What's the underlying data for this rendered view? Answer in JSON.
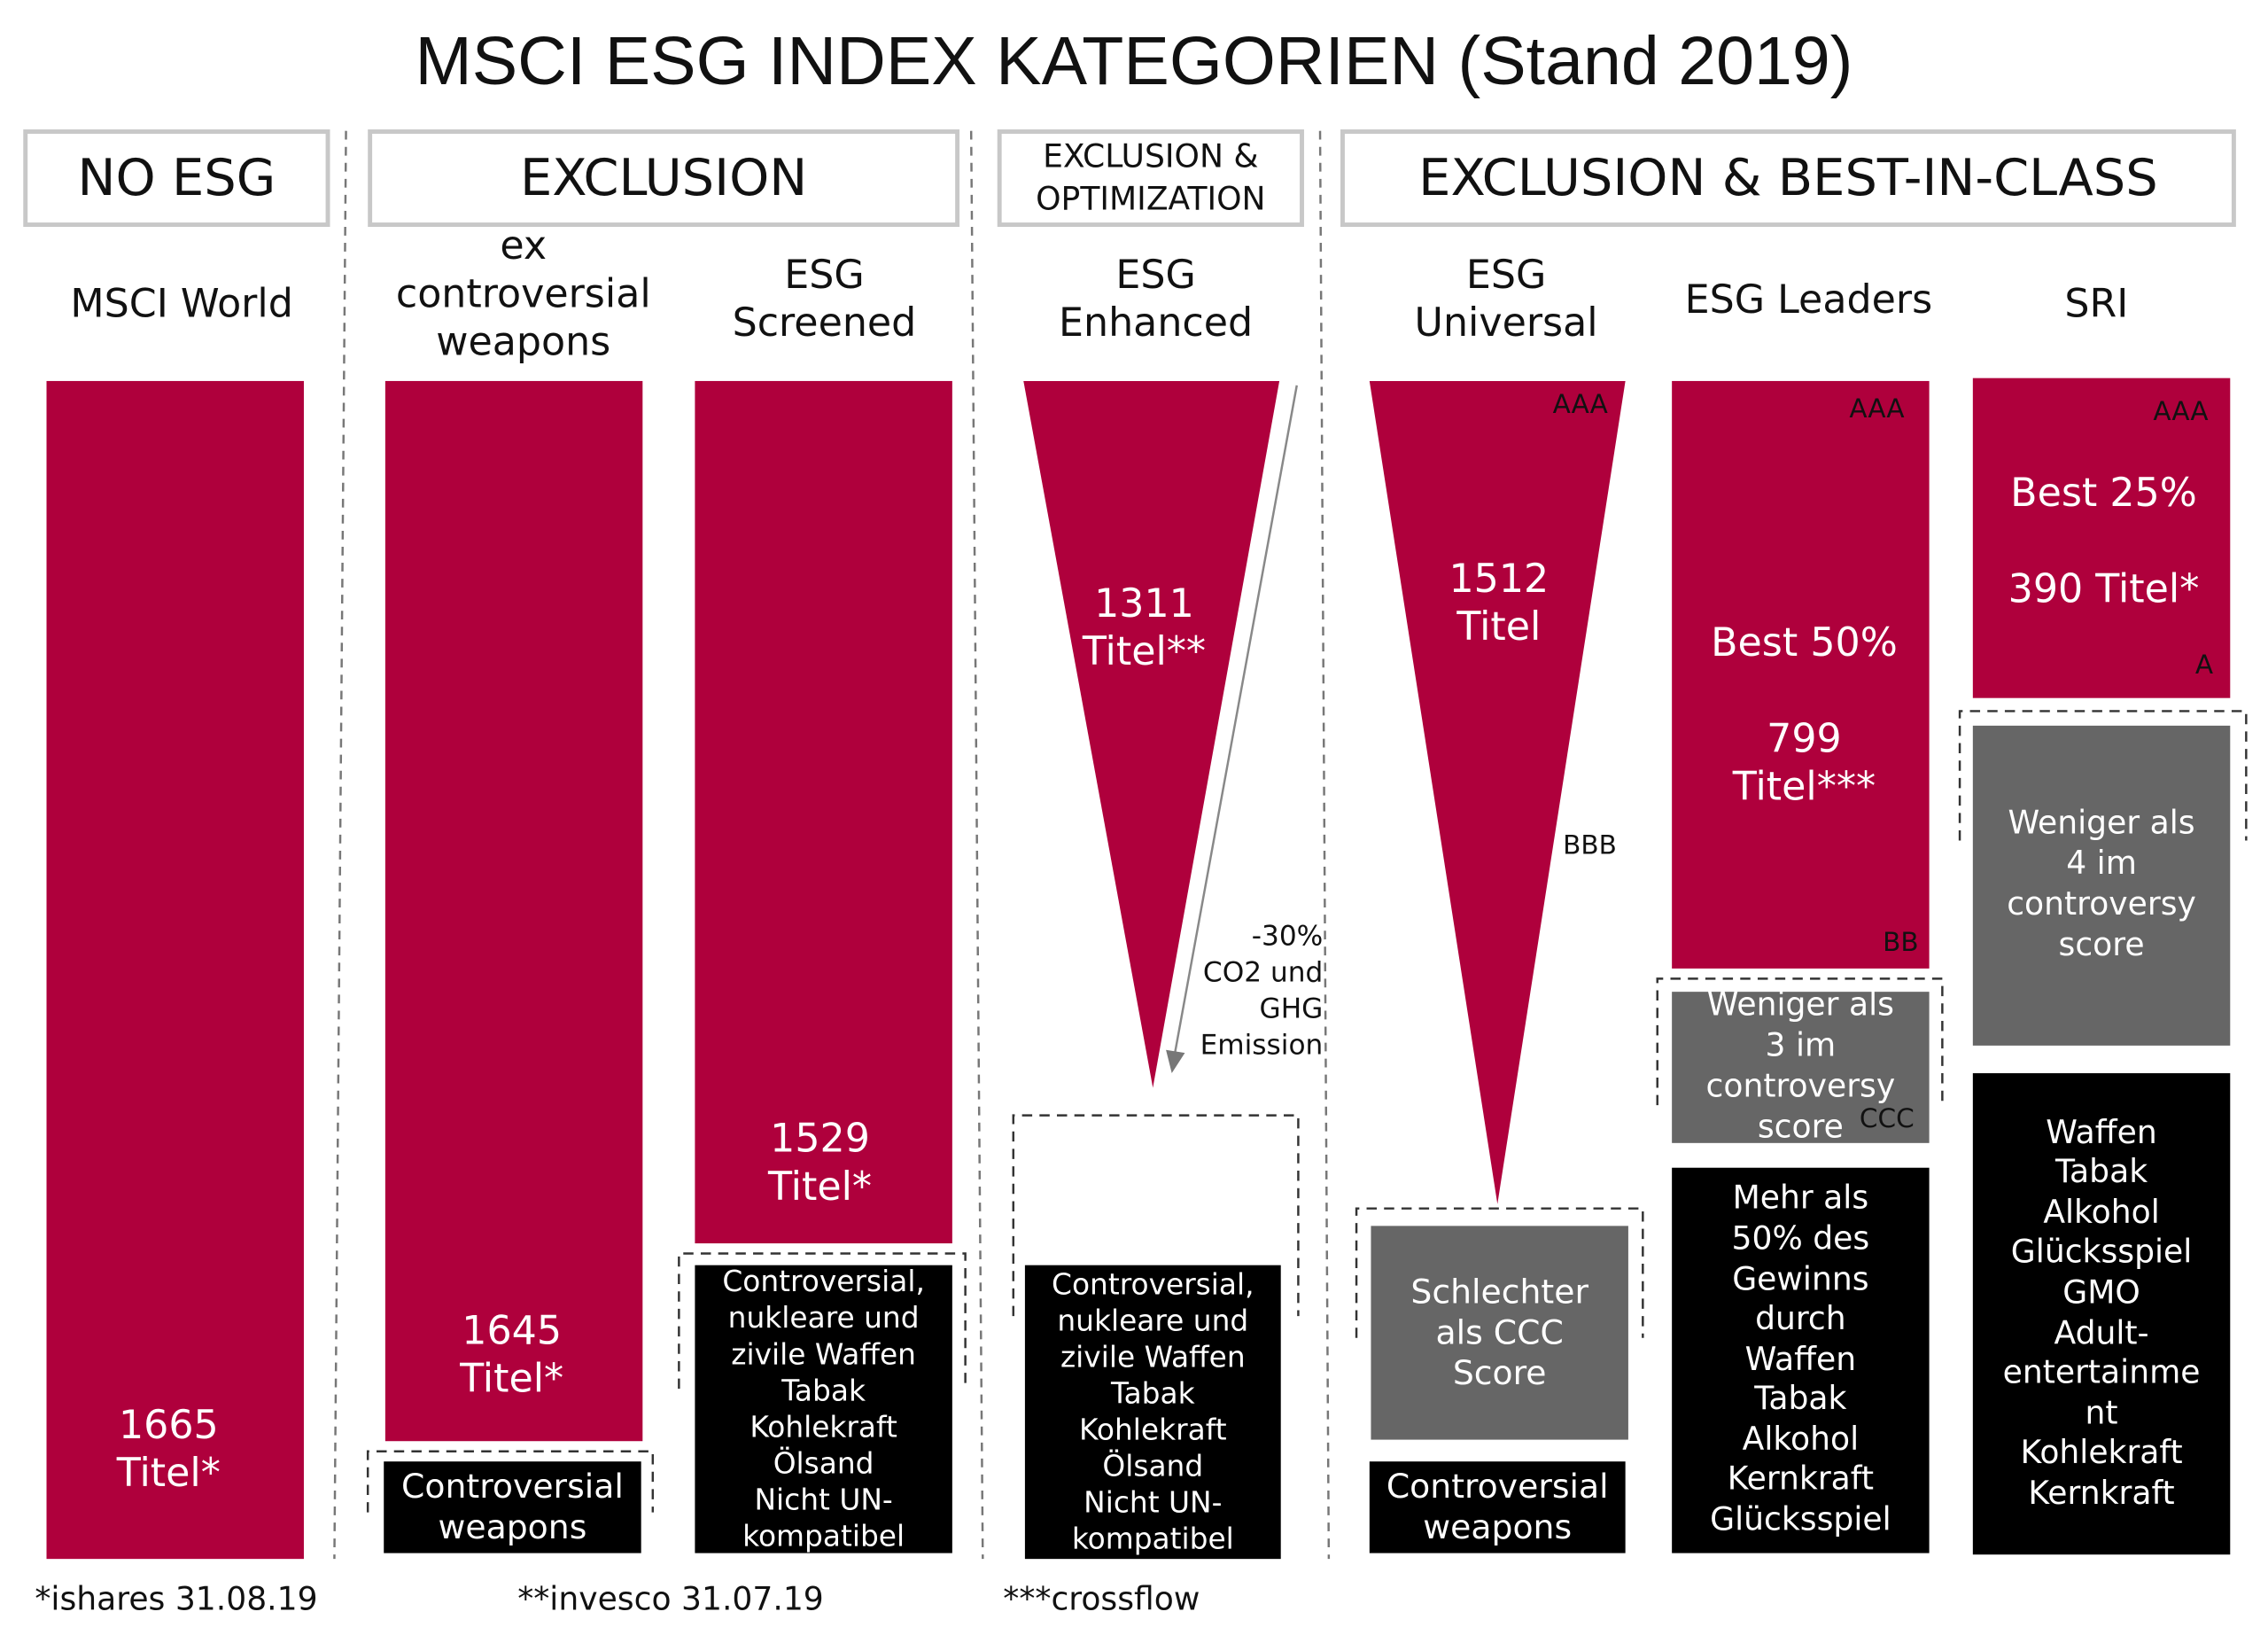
{
  "title": "MSCI ESG INDEX KATEGORIEN (Stand 2019)",
  "colors": {
    "accent": "#AF003C",
    "gray": "#666666",
    "black": "#000000"
  },
  "categories": [
    {
      "label": "NO ESG"
    },
    {
      "label": "EXCLUSION"
    },
    {
      "label": "EXCLUSION &\nOPTIMIZATION"
    },
    {
      "label": "EXCLUSION & BEST-IN-CLASS"
    }
  ],
  "indices": {
    "world": {
      "name": "MSCI World",
      "count": "1665\nTitel*"
    },
    "excw": {
      "name": "ex\ncontroversial\nweapons",
      "count": "1645\nTitel*",
      "excluded": "Controversial\nweapons"
    },
    "screened": {
      "name": "ESG\nScreened",
      "count": "1529\nTitel*",
      "excluded": "Controversial,\nnukleare und\nzivile Waffen\nTabak\nKohlekraft\nÖlsand\nNicht UN-\nkompatibel"
    },
    "enhanced": {
      "name": "ESG\nEnhanced",
      "count": "1311\nTitel**",
      "note": "-30%\nCO2 und\nGHG\nEmission",
      "excluded": "Controversial,\nnukleare und\nzivile Waffen\nTabak\nKohlekraft\nÖlsand\nNicht UN-\nkompatibel"
    },
    "universal": {
      "name": "ESG\nUniversal",
      "count": "1512\nTitel",
      "rating_top": "AAA",
      "rating_mid": "BBB",
      "controversy": "Schlechter\nals CCC\nScore",
      "excluded": "Controversial\nweapons"
    },
    "leaders": {
      "name": "ESG Leaders",
      "best": "Best 50%",
      "count": "799\nTitel***",
      "rating_top": "AAA",
      "rating_bottom": "BB",
      "rating_ccc": "CCC",
      "controversy": "Weniger als\n3 im\ncontroversy\nscore",
      "excluded": "Mehr als\n50% des\nGewinns\ndurch\nWaffen\nTabak\nAlkohol\nKernkraft\nGlücksspiel"
    },
    "sri": {
      "name": "SRI",
      "best": "Best 25%",
      "count": "390 Titel*",
      "rating_top": "AAA",
      "rating_bottom": "A",
      "controversy": "Weniger als\n4 im\ncontroversy\nscore",
      "excluded": "Waffen\nTabak\nAlkohol\nGlücksspiel\nGMO\nAdult-\nentertainme\nnt\nKohlekraft\nKernkraft"
    }
  },
  "footnotes": [
    "*ishares 31.08.19",
    "**invesco 31.07.19",
    "***crossflow"
  ]
}
